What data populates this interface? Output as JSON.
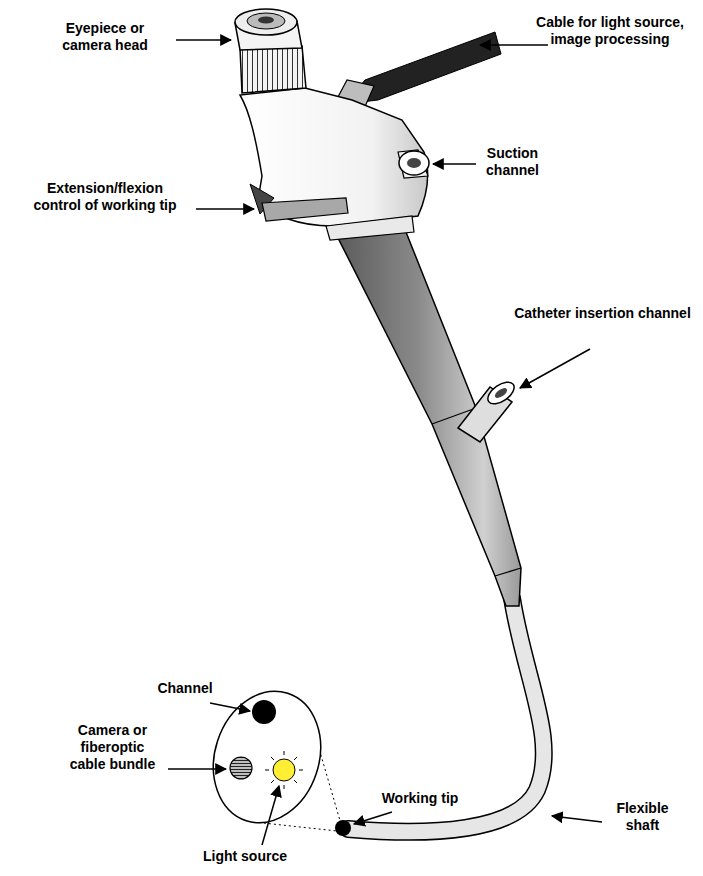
{
  "diagram": {
    "labels": [
      "Eyepiece or camera head",
      "Cable for light source, image processing",
      "Suction channel",
      "Extension/flexion control of working tip",
      "Catheter insertion channel",
      "Channel",
      "Camera or fiberoptic cable bundle",
      "Working tip",
      "Flexible shaft",
      "Light source"
    ]
  }
}
